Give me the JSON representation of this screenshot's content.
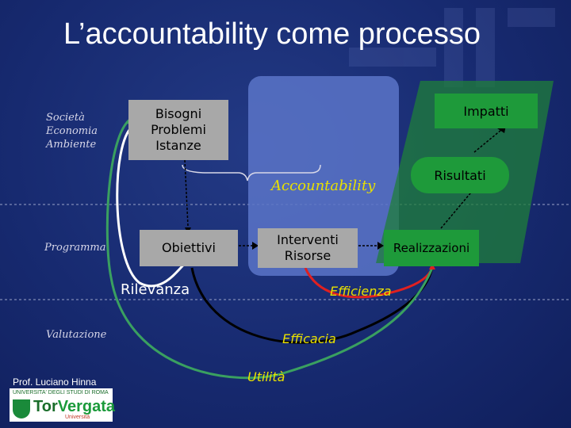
{
  "title": "L’accountability come processo",
  "left_labels": {
    "line1": "Società",
    "line2": "Economia",
    "line3": "Ambiente",
    "programma": "Programma",
    "valutazione": "Valutazione"
  },
  "boxes": {
    "bisogni": [
      "Bisogni",
      "Problemi",
      "Istanze"
    ],
    "obiettivi": "Obiettivi",
    "interventi": [
      "Interventi",
      "Risorse"
    ],
    "impatti": "Impatti",
    "risultati": "Risultati",
    "realizzazioni": "Realizzazioni"
  },
  "labels": {
    "accountability": "Accountability",
    "rilevanza": "Rilevanza",
    "efficienza": "Efficienza",
    "efficacia": "Efficacia",
    "utilita": "Utilità"
  },
  "author": "Prof. Luciano Hinna",
  "logo": {
    "university": "UNIVERSITA' DEGLI STUDI DI ROMA",
    "name_part1": "Tor",
    "name_part2": "Vergata",
    "sub": "Università"
  },
  "colors": {
    "background": "#172a70",
    "box_gray": "#a8a8a8",
    "green_panel": "#1e9a3a",
    "accent_yellow": "#e8e000",
    "efficienza_arc": "#e02020",
    "utilita_arc": "#3aa060",
    "efficacia_arc": "#000000",
    "rilevanza_arc": "#ffffff"
  }
}
